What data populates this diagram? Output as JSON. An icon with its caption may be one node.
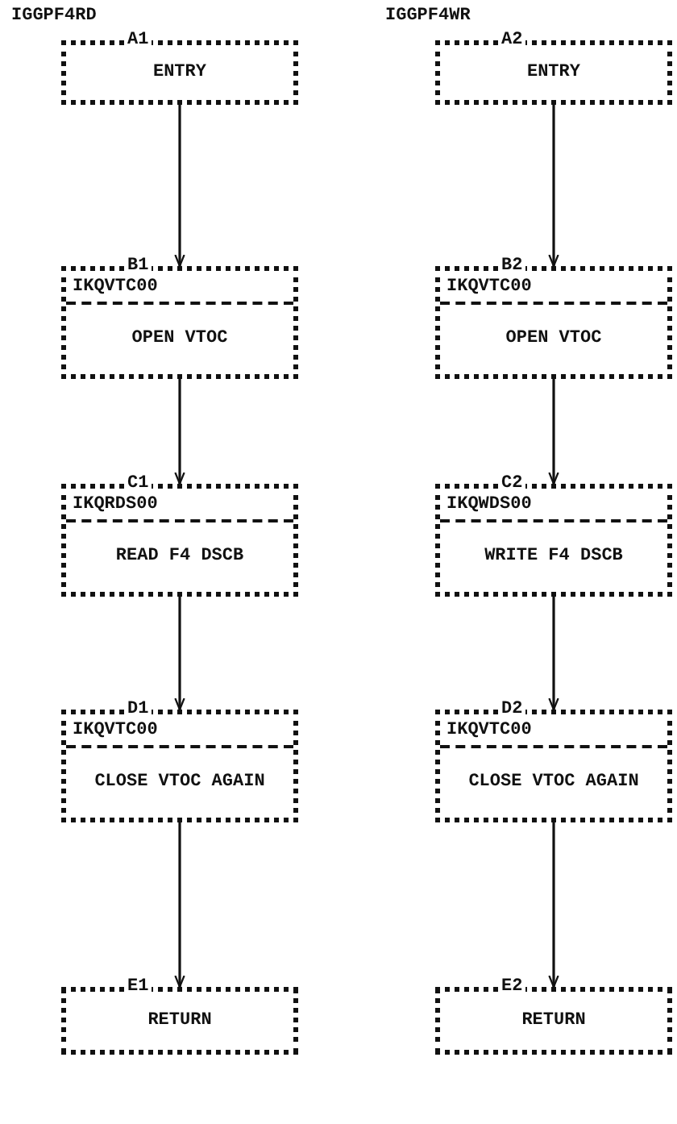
{
  "diagram": {
    "nodes": [
      {
        "text": [
          "IGGPF4RD",
          "A1",
          "ENTRY"
        ]
      },
      {
        "text": [
          "B1",
          "IKQVTC00",
          "OPEN VTOC"
        ]
      },
      {
        "text": [
          "C1",
          "IKQRDS00",
          "READ F4 DSCB"
        ]
      },
      {
        "text": [
          "D1",
          "IKQVTC00",
          "CLOSE VTOC AGAIN"
        ]
      },
      {
        "text": [
          "E1",
          "RETURN"
        ]
      },
      {
        "text": [
          "IGGPF4WR",
          "A2",
          "ENTRY"
        ]
      },
      {
        "text": [
          "B2",
          "IKQVTC00",
          "OPEN VTOC"
        ]
      },
      {
        "text": [
          "C2",
          "IKQWDS00",
          "WRITE F4 DSCB"
        ]
      },
      {
        "text": [
          "D2",
          "IKQVTC00",
          "CLOSE VTOC AGAIN"
        ]
      },
      {
        "text": [
          "E2",
          "RETURN"
        ]
      }
    ],
    "edges": [
      {
        "from": 0,
        "to": 1,
        "arrow": "to"
      },
      {
        "from": 1,
        "to": 2,
        "arrow": "to"
      },
      {
        "from": 2,
        "to": 3,
        "arrow": "to"
      },
      {
        "from": 3,
        "to": 4,
        "arrow": "to"
      },
      {
        "from": 5,
        "to": 6,
        "arrow": "to"
      },
      {
        "from": 6,
        "to": 7,
        "arrow": "to"
      },
      {
        "from": 7,
        "to": 8,
        "arrow": "to"
      },
      {
        "from": 8,
        "to": 9,
        "arrow": "to"
      }
    ]
  }
}
